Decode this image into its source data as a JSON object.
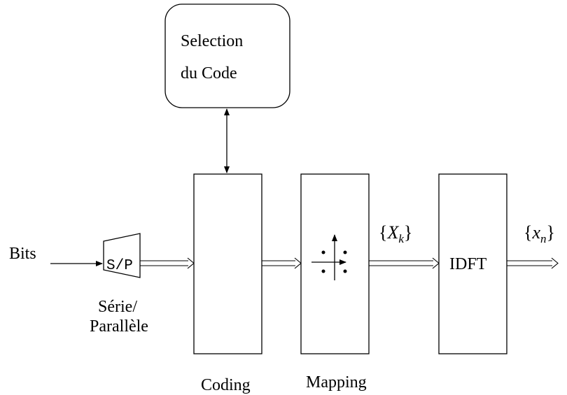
{
  "selection_box": {
    "line1": "Selection",
    "line2": "du Code"
  },
  "input_label": "Bits",
  "sp_block": {
    "symbol": "S/P",
    "caption_line1": "Série/",
    "caption_line2": "Parallèle"
  },
  "coding_label": "Coding",
  "mapping_label": "Mapping",
  "symbols_label": {
    "open": "{",
    "var": "X",
    "sub": "k",
    "close": "}"
  },
  "idft_label": "IDFT",
  "output_label": {
    "open": "{",
    "var": "x",
    "sub": "n",
    "close": "}"
  }
}
